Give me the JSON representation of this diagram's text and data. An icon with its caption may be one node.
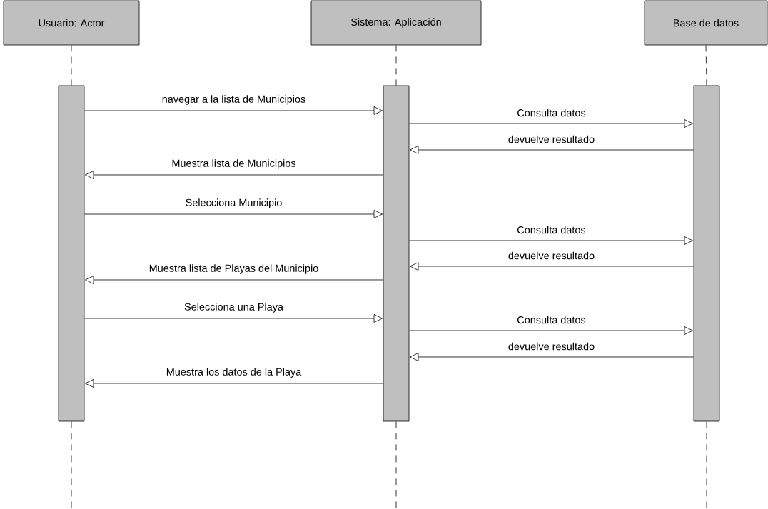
{
  "diagram": {
    "nodes": [
      {
        "text": [
          "Usuario: Actor"
        ]
      },
      {
        "text": [
          "Sistema: Aplicación"
        ]
      },
      {
        "text": [
          "Base de datos"
        ]
      },
      {
        "text": [],
        "shape": "bar"
      },
      {
        "text": [],
        "shape": "bar"
      },
      {
        "text": [],
        "shape": "bar"
      }
    ],
    "edges": [
      {
        "from": 0,
        "to": 3,
        "arrow": "none",
        "style": "dashed"
      },
      {
        "from": 1,
        "to": 4,
        "arrow": "none",
        "style": "dashed"
      },
      {
        "from": 2,
        "to": 5,
        "arrow": "none",
        "style": "dashed"
      },
      {
        "from": 3,
        "to": null,
        "arrow": "none",
        "style": "dashed"
      },
      {
        "from": 4,
        "to": null,
        "arrow": "none",
        "style": "dashed"
      },
      {
        "from": 5,
        "to": null,
        "arrow": "none",
        "style": "dashed"
      },
      {
        "from": 3,
        "to": 4,
        "arrow": "to",
        "label": "navegar a la lista de Municipios"
      },
      {
        "from": 4,
        "to": 5,
        "arrow": "to",
        "label": "Consulta datos"
      },
      {
        "from": 5,
        "to": 4,
        "arrow": "to",
        "label": "devuelve resultado"
      },
      {
        "from": 4,
        "to": 3,
        "arrow": "to",
        "label": "Muestra lista de Municipios"
      },
      {
        "from": 3,
        "to": 4,
        "arrow": "to",
        "label": "Selecciona Municipio"
      },
      {
        "from": 4,
        "to": 5,
        "arrow": "to",
        "label": "Consulta datos"
      },
      {
        "from": 5,
        "to": 4,
        "arrow": "to",
        "label": "devuelve resultado"
      },
      {
        "from": 4,
        "to": 3,
        "arrow": "to",
        "label": "Muestra lista de Playas del Municipio"
      },
      {
        "from": 3,
        "to": 4,
        "arrow": "to",
        "label": "Selecciona una Playa"
      },
      {
        "from": 4,
        "to": 5,
        "arrow": "to",
        "label": "Consulta datos"
      },
      {
        "from": 5,
        "to": 4,
        "arrow": "to",
        "label": "devuelve resultado"
      },
      {
        "from": 4,
        "to": 3,
        "arrow": "to",
        "label": "Muestra los datos de la Playa"
      }
    ]
  }
}
